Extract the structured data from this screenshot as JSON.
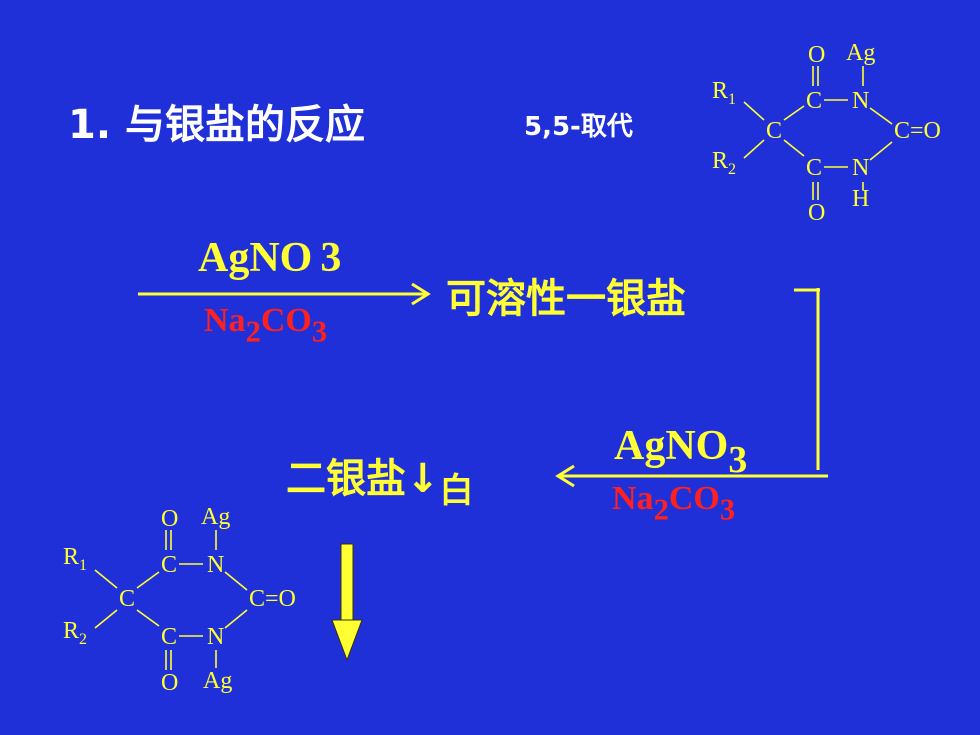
{
  "title": "1.  与银盐的反应",
  "substitution": "5,5-取代",
  "step1": {
    "reagent_top": "AgNO",
    "reagent_top_sub": "3",
    "reagent_bottom_main": "Na",
    "reagent_bottom_sub1": "2",
    "reagent_bottom_mid": "CO",
    "reagent_bottom_sub2": "3",
    "product": "可溶性一银盐"
  },
  "step2": {
    "reagent_top": "AgNO",
    "reagent_top_sub": "3",
    "reagent_bottom_main": "Na",
    "reagent_bottom_sub1": "2",
    "reagent_bottom_mid": "CO",
    "reagent_bottom_sub2": "3",
    "product": "二银盐",
    "precipitate_mark": "↓",
    "precipitate_color": "白"
  },
  "structure_mono": {
    "O_top": "O",
    "Ag_top": "Ag",
    "R1": "R",
    "R1_sub": "1",
    "R2": "R",
    "R2_sub": "2",
    "C_upper": "C",
    "N_upper": "N",
    "C_center": "C",
    "C_right": "C=O",
    "C_lower": "C",
    "N_lower": "N",
    "H_bottom": "H",
    "O_bottom": "O"
  },
  "structure_di": {
    "O_top": "O",
    "Ag_top": "Ag",
    "R1": "R",
    "R1_sub": "1",
    "R2": "R",
    "R2_sub": "2",
    "C_upper": "C",
    "N_upper": "N",
    "C_center": "C",
    "C_right": "C=O",
    "C_lower": "C",
    "N_lower": "N",
    "Ag_bottom": "Ag",
    "O_bottom": "O"
  },
  "colors": {
    "background": "#2030D8",
    "title": "#FFFFFF",
    "yellow": "#FFFF33",
    "red": "#FF2020"
  }
}
